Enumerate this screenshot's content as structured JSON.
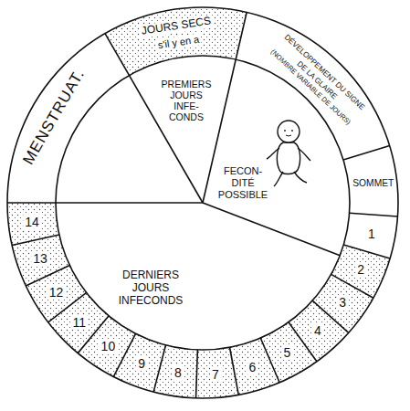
{
  "diagram": {
    "nodes": [
      {
        "text": [
          "MENSTRUAT."
        ]
      },
      {
        "text": [
          "JOURS SECS",
          "s'il y en a"
        ]
      },
      {
        "text": [
          "DÉVELOPPEMENT DU SIGNE DE LA GLAIRE",
          "(NOMBRE VARIABLE DE JOURS)"
        ]
      },
      {
        "text": [
          "SOMMET"
        ]
      },
      {
        "text": [
          "1"
        ]
      },
      {
        "text": [
          "2"
        ]
      },
      {
        "text": [
          "3"
        ]
      },
      {
        "text": [
          "4"
        ]
      },
      {
        "text": [
          "5"
        ]
      },
      {
        "text": [
          "6"
        ]
      },
      {
        "text": [
          "7"
        ]
      },
      {
        "text": [
          "8"
        ]
      },
      {
        "text": [
          "9"
        ]
      },
      {
        "text": [
          "10"
        ]
      },
      {
        "text": [
          "11"
        ]
      },
      {
        "text": [
          "12"
        ]
      },
      {
        "text": [
          "13"
        ]
      },
      {
        "text": [
          "14"
        ]
      },
      {
        "text": [
          "PREMIERS JOURS INFE- CONDS"
        ]
      },
      {
        "text": [
          "FECON- DITÉ POSSIBLE"
        ]
      },
      {
        "text": [
          "DERNIERS JOURS INFECONDS"
        ]
      }
    ]
  }
}
